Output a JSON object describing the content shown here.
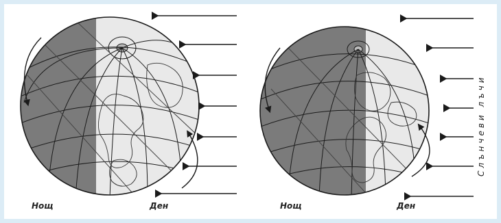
{
  "globes": [
    {
      "night_label": "Нощ",
      "day_label": "Ден"
    },
    {
      "night_label": "Нощ",
      "day_label": "Ден"
    }
  ],
  "sun_rays_label": "Слънчеви лъчи",
  "colors": {
    "background": "#dcecf6",
    "night_side": "#7b7b7b",
    "day_side": "#e9e9e9",
    "outline": "#1a1a1a"
  }
}
